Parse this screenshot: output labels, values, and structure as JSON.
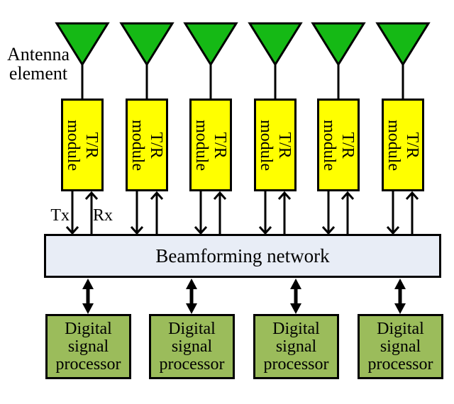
{
  "figure": {
    "antenna_label": "Antenna\nelement",
    "tx_label": "Tx",
    "rx_label": "Rx",
    "tr_modules": [
      {
        "label": "T/R\nmodule"
      },
      {
        "label": "T/R\nmodule"
      },
      {
        "label": "T/R\nmodule"
      },
      {
        "label": "T/R\nmodule"
      },
      {
        "label": "T/R\nmodule"
      },
      {
        "label": "T/R\nmodule"
      }
    ],
    "beamforming_label": "Beamforming network",
    "processors": [
      {
        "label": "Digital\nsignal\nprocessor"
      },
      {
        "label": "Digital\nsignal\nprocessor"
      },
      {
        "label": "Digital\nsignal\nprocessor"
      },
      {
        "label": "Digital\nsignal\nprocessor"
      }
    ],
    "colors": {
      "antenna_green": "#15B915",
      "module_yellow": "#FFFF00",
      "network_fill": "#E8EDF6",
      "processor_green": "#9BBC5B",
      "line_black": "#000000",
      "background": "#FFFFFF"
    }
  }
}
